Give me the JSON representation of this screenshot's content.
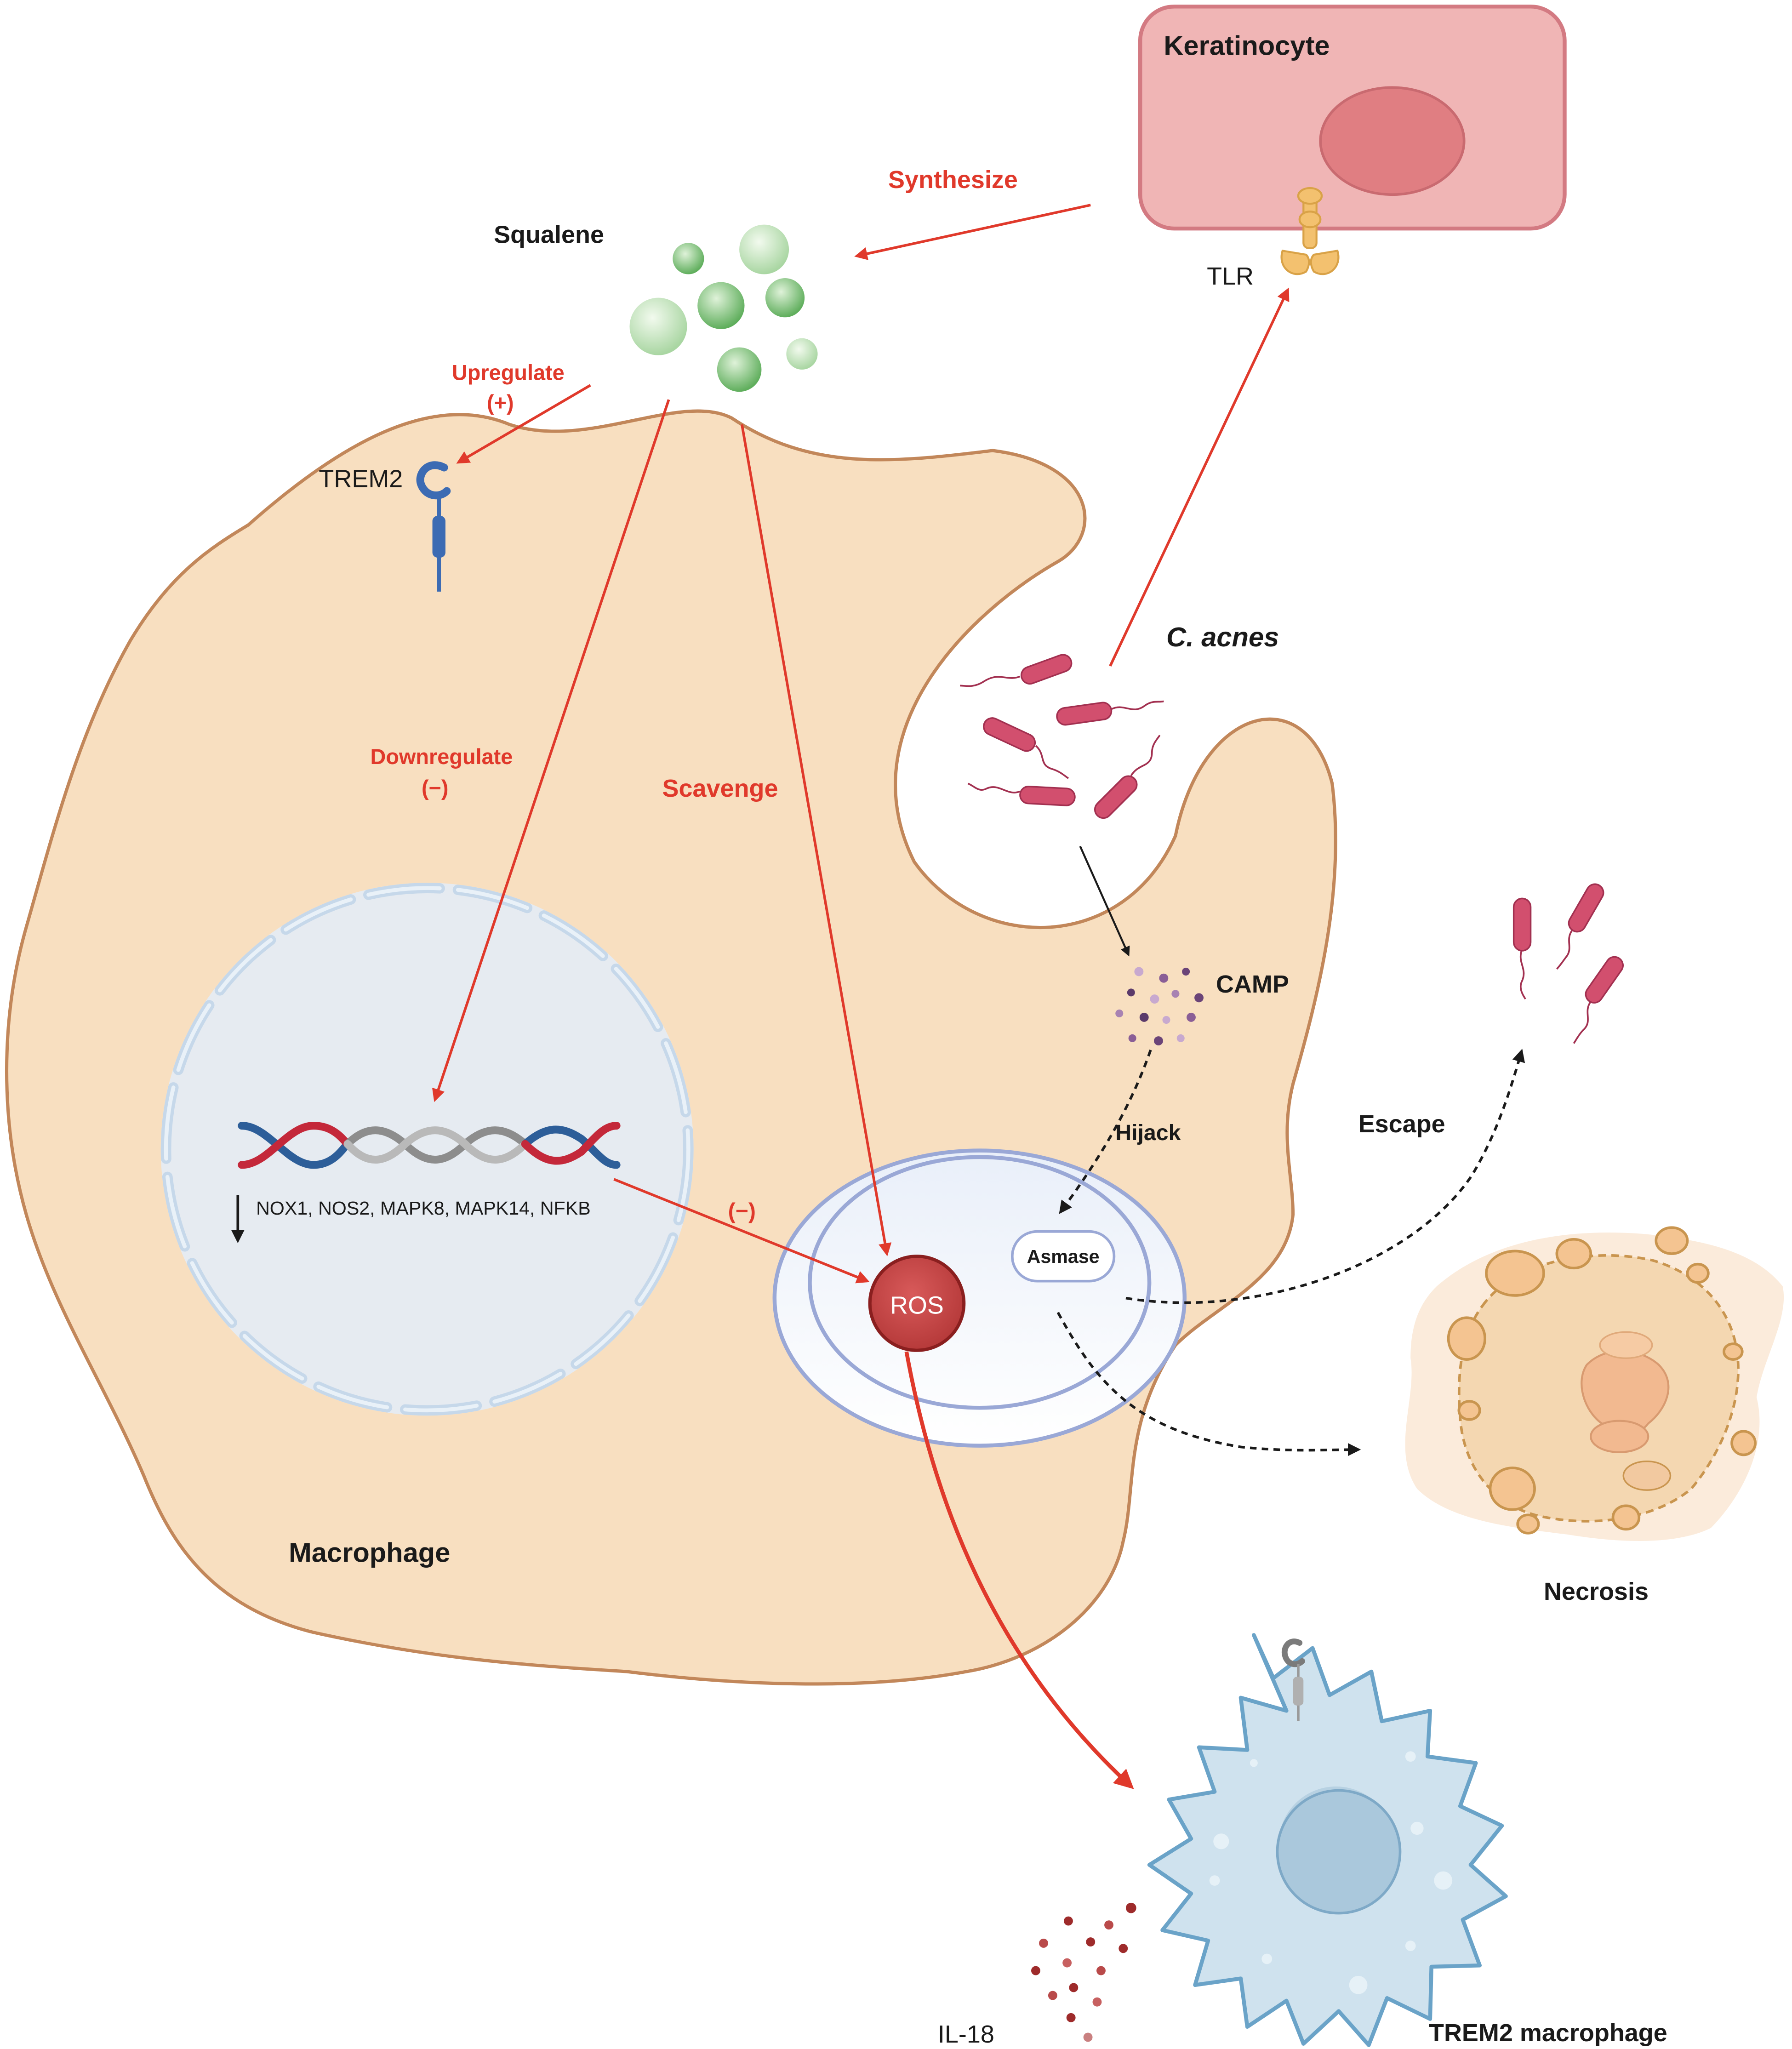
{
  "labels": {
    "keratinocyte": "Keratinocyte",
    "synthesize": "Synthesize",
    "squalene": "Squalene",
    "tlr": "TLR",
    "upregulate": "Upregulate",
    "upregulate_sign": "(+)",
    "trem2": "TREM2",
    "c_acnes": "C. acnes",
    "downregulate": "Downregulate",
    "downregulate_sign": "(−)",
    "scavenge": "Scavenge",
    "camp": "CAMP",
    "hijack": "Hijack",
    "escape": "Escape",
    "genes": "NOX1, NOS2, MAPK8, MAPK14, NFKB",
    "inhibit_sign": "(−)",
    "asmase": "Asmase",
    "ros": "ROS",
    "macrophage": "Macrophage",
    "necrosis": "Necrosis",
    "il18": "IL-18",
    "trem2_macrophage": "TREM2 macrophage"
  },
  "colors": {
    "arrow_red": "#e0392b",
    "macrophage_fill": "#f8dfc0",
    "macrophage_stroke": "#c2875a",
    "keratinocyte_fill": "#f0b5b5",
    "nucleus_fill": "#e6ebf1",
    "bacteria": "#d24f6e",
    "squalene_green": "#6dba6a",
    "ros_fill": "#c94848",
    "trem2_blue": "#3c6bb3",
    "trem2_macrophage_fill": "#cfe2ee"
  }
}
